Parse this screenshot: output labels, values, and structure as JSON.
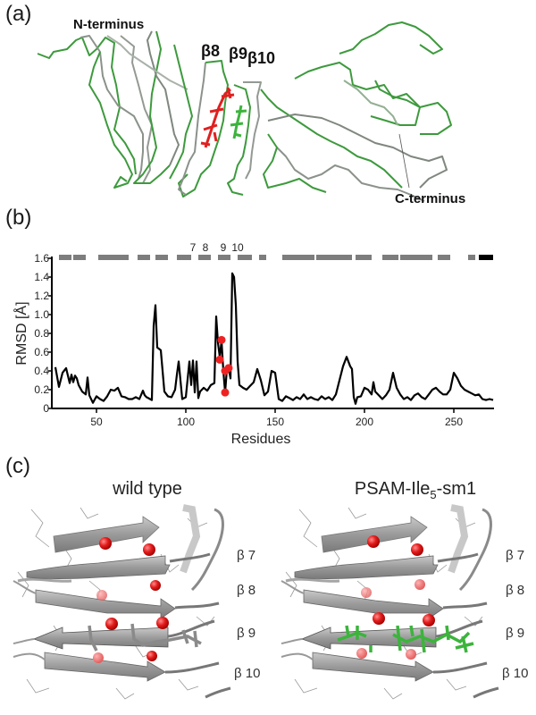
{
  "panels": {
    "a": {
      "label": "(a)",
      "annotations": {
        "n_terminus": "N-terminus",
        "c_terminus": "C-terminus",
        "beta8": "β8",
        "beta9": "β9",
        "beta10": "β10"
      },
      "colors": {
        "backbone_green": "#3a9a3a",
        "backbone_gray": "#8a8f8a",
        "ligand_red": "#e02020",
        "ligand_green": "#3cb43c"
      }
    },
    "b": {
      "label": "(b)"
    },
    "c": {
      "label": "(c)",
      "left_title": "wild type",
      "right_title_main": "PSAM-Ile",
      "right_title_sub": "5",
      "right_title_tail": "-sm1",
      "strand_labels": [
        "β 7",
        "β 8",
        "β 9",
        "β 10"
      ],
      "colors": {
        "ribbon": "#9a9a9a",
        "sphere": "#e21b1b",
        "mutant_sticks": "#3cb43c",
        "wt_sticks": "#8a8a8a"
      }
    }
  },
  "chart_data": {
    "type": "line",
    "title": "",
    "xlabel": "Residues",
    "ylabel": "RMSD [Å]",
    "xlim": [
      25,
      272
    ],
    "ylim": [
      0,
      1.6
    ],
    "x_ticks": [
      50,
      100,
      150,
      200,
      250
    ],
    "y_ticks": [
      0,
      0.2,
      0.4,
      0.6,
      0.8,
      1.0,
      1.2,
      1.4,
      1.6
    ],
    "y_tick_labels": [
      "0",
      "0.2",
      "0.4",
      "0.6",
      "0.8",
      "1.0",
      "1.2",
      "1.4",
      "1.6"
    ],
    "grid": false,
    "series": [
      {
        "name": "RMSD",
        "color": "#000000",
        "x": [
          27,
          29,
          31,
          33,
          35,
          36,
          37,
          38,
          39,
          40,
          42,
          44,
          45,
          46,
          48,
          50,
          52,
          54,
          56,
          58,
          60,
          62,
          64,
          66,
          68,
          70,
          72,
          74,
          76,
          77,
          78,
          79,
          80,
          81,
          82,
          83,
          84,
          86,
          88,
          90,
          92,
          94,
          95,
          96,
          98,
          100,
          102,
          103,
          104,
          105,
          106,
          107,
          108,
          110,
          112,
          114,
          116,
          117,
          118,
          119,
          120,
          121,
          122,
          123,
          124,
          125,
          126,
          127,
          128,
          129,
          130,
          132,
          134,
          136,
          138,
          140,
          142,
          144,
          146,
          148,
          150,
          152,
          154,
          156,
          158,
          160,
          162,
          164,
          166,
          168,
          170,
          172,
          174,
          176,
          178,
          180,
          182,
          184,
          186,
          188,
          190,
          192,
          193,
          194,
          195,
          196,
          198,
          200,
          202,
          204,
          205,
          206,
          208,
          210,
          212,
          214,
          216,
          218,
          220,
          222,
          224,
          226,
          228,
          230,
          232,
          234,
          236,
          238,
          240,
          242,
          244,
          246,
          248,
          250,
          252,
          254,
          256,
          258,
          260,
          262,
          264,
          266,
          268,
          270,
          272
        ],
        "y": [
          0.44,
          0.23,
          0.38,
          0.43,
          0.27,
          0.36,
          0.28,
          0.35,
          0.32,
          0.25,
          0.18,
          0.15,
          0.33,
          0.14,
          0.06,
          0.13,
          0.1,
          0.08,
          0.13,
          0.2,
          0.19,
          0.22,
          0.13,
          0.12,
          0.1,
          0.1,
          0.12,
          0.1,
          0.19,
          0.14,
          0.12,
          0.11,
          0.1,
          0.09,
          0.88,
          1.1,
          0.65,
          0.62,
          0.18,
          0.13,
          0.12,
          0.2,
          0.36,
          0.5,
          0.1,
          0.12,
          0.5,
          0.25,
          0.51,
          0.17,
          0.5,
          0.11,
          0.18,
          0.22,
          0.19,
          0.25,
          0.27,
          0.98,
          0.7,
          0.55,
          0.72,
          0.4,
          0.17,
          0.42,
          0.43,
          0.32,
          1.44,
          1.4,
          1.1,
          0.5,
          0.25,
          0.22,
          0.2,
          0.24,
          0.28,
          0.42,
          0.3,
          0.14,
          0.18,
          0.4,
          0.38,
          0.1,
          0.08,
          0.13,
          0.11,
          0.09,
          0.12,
          0.1,
          0.15,
          0.1,
          0.12,
          0.1,
          0.09,
          0.13,
          0.1,
          0.12,
          0.09,
          0.15,
          0.3,
          0.45,
          0.55,
          0.45,
          0.42,
          0.12,
          0.05,
          0.12,
          0.13,
          0.22,
          0.2,
          0.15,
          0.28,
          0.18,
          0.14,
          0.1,
          0.14,
          0.2,
          0.38,
          0.22,
          0.15,
          0.1,
          0.12,
          0.09,
          0.14,
          0.16,
          0.12,
          0.1,
          0.15,
          0.2,
          0.22,
          0.18,
          0.15,
          0.15,
          0.2,
          0.38,
          0.32,
          0.24,
          0.2,
          0.18,
          0.16,
          0.14,
          0.15,
          0.1,
          0.09,
          0.1,
          0.09,
          0.12
        ]
      },
      {
        "name": "Mutated residues (Ile5)",
        "type": "scatter",
        "color": "#ee2222",
        "x": [
          119,
          120,
          122,
          122,
          124
        ],
        "y": [
          0.52,
          0.73,
          0.4,
          0.17,
          0.43
        ]
      }
    ],
    "secondary_structure": {
      "labels": [
        {
          "text": "7",
          "residue": 104
        },
        {
          "text": "8",
          "residue": 111
        },
        {
          "text": "9",
          "residue": 121
        },
        {
          "text": "10",
          "residue": 129
        }
      ],
      "segments_gray": [
        [
          29,
          36
        ],
        [
          37,
          44
        ],
        [
          51,
          68
        ],
        [
          73,
          80
        ],
        [
          83,
          90
        ],
        [
          95,
          103
        ],
        [
          107,
          114
        ],
        [
          118,
          125
        ],
        [
          129,
          137
        ],
        [
          141,
          145
        ],
        [
          154,
          172
        ],
        [
          173,
          193
        ],
        [
          195,
          204
        ],
        [
          210,
          219
        ],
        [
          220,
          238
        ],
        [
          241,
          248
        ],
        [
          258,
          262
        ]
      ],
      "segments_black": [
        [
          264,
          272
        ]
      ]
    }
  }
}
